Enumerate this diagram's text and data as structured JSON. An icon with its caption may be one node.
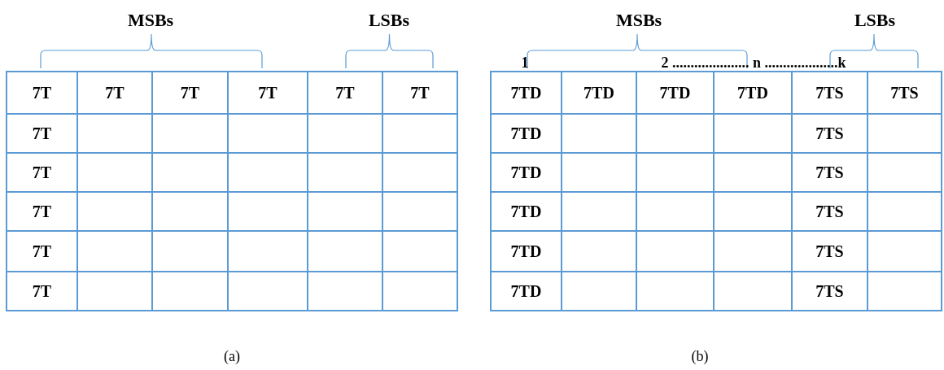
{
  "diagram": {
    "labels": [
      "MSBs",
      "LSBs",
      "7T",
      "7T",
      "7T",
      "7T",
      "7T",
      "7T",
      "7T",
      "7T",
      "7T",
      "7T",
      "7T",
      "(a)",
      "MSBs",
      "LSBs",
      "1",
      "2 ..................... n ....................k",
      "7TD",
      "7TD",
      "7TD",
      "7TD",
      "7TS",
      "7TS",
      "7TD",
      "7TS",
      "7TD",
      "7TS",
      "7TD",
      "7TS",
      "7TD",
      "7TS",
      "7TD",
      "7TS",
      "(b)"
    ]
  }
}
